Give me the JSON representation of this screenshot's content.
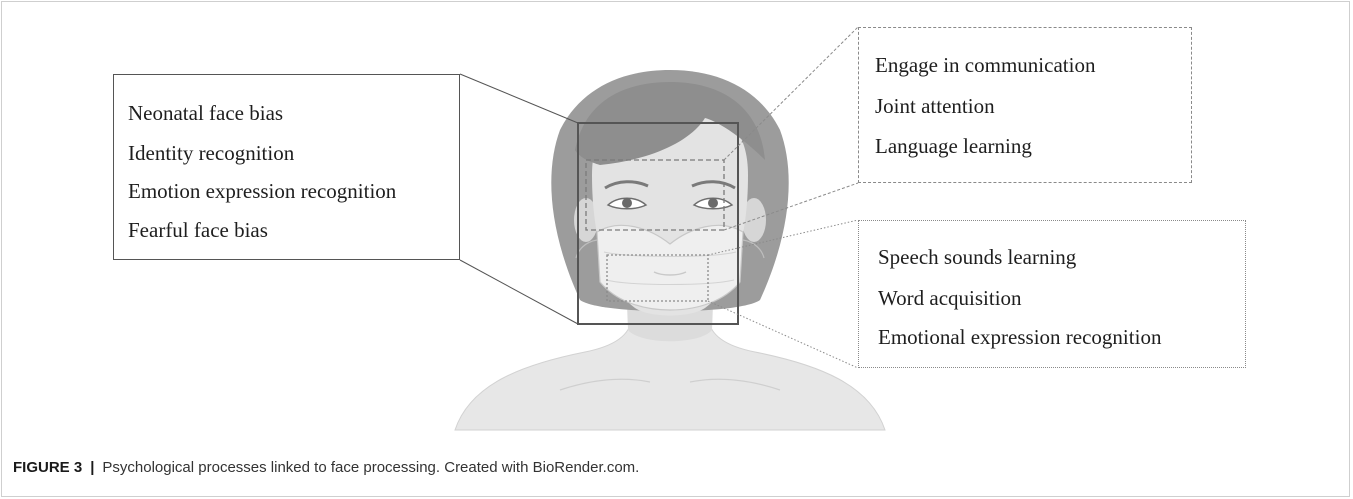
{
  "left_box": {
    "items": [
      "Neonatal face bias",
      "Identity recognition",
      "Emotion expression recognition",
      "Fearful face bias"
    ]
  },
  "top_right_box": {
    "items": [
      "Engage in communication",
      "Joint attention",
      "Language learning"
    ]
  },
  "bottom_right_box": {
    "items": [
      "Speech sounds learning",
      "Word acquisition",
      "Emotional expression recognition"
    ]
  },
  "caption": {
    "label": "FIGURE 3",
    "separator": "|",
    "text": "Psychological processes linked to face processing. Created with BioRender.com."
  }
}
